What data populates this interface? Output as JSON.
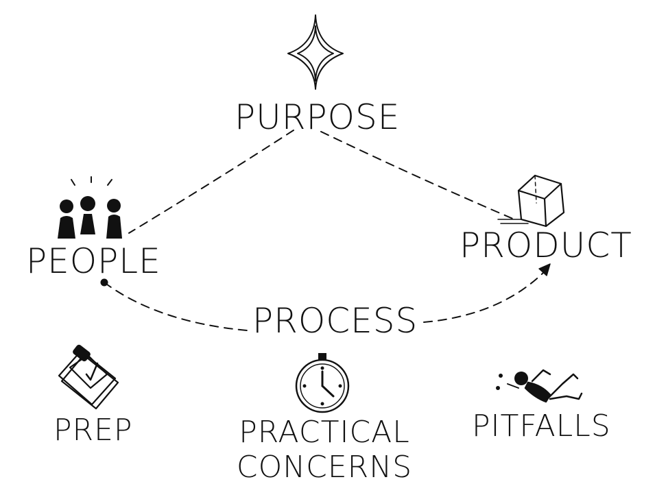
{
  "diagram": {
    "title_node": "PURPOSE",
    "nodes": {
      "people": "PEOPLE",
      "product": "PRODUCT",
      "process": "PROCESS"
    },
    "bottom": {
      "prep": "PREP",
      "practical_line1": "PRACTICAL",
      "practical_line2": "CONCERNS",
      "pitfalls": "PITFALLS"
    },
    "icons": [
      "star-icon",
      "people-icon",
      "cube-icon",
      "clipboard-icon",
      "stopwatch-icon",
      "falling-person-icon"
    ],
    "colors": {
      "ink": "#111111",
      "background": "#ffffff"
    }
  }
}
